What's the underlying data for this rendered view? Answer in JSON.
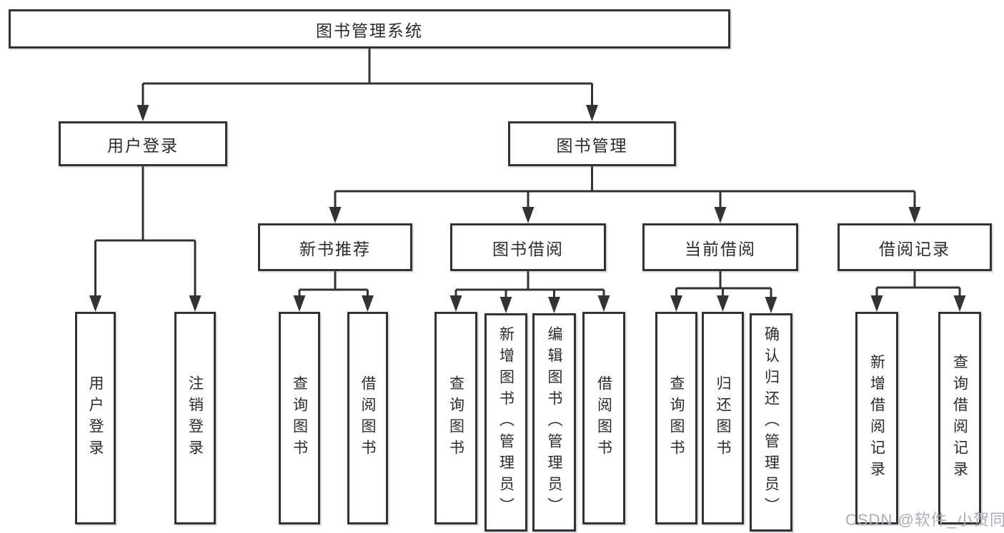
{
  "colors": {
    "background": "#ffffff",
    "border": "#333333",
    "line": "#333333",
    "text": "#2b2b2b",
    "watermark": "#a9adb8"
  },
  "watermark": {
    "text": "CSDN @软件_小贺同学"
  },
  "tree": {
    "root": {
      "label": "图书管理系统"
    },
    "children": [
      {
        "label": "用户登录",
        "children": [
          {
            "label": "用户登录"
          },
          {
            "label": "注销登录"
          }
        ]
      },
      {
        "label": "图书管理",
        "children": [
          {
            "label": "新书推荐",
            "children": [
              {
                "label": "查询图书"
              },
              {
                "label": "借阅图书"
              }
            ]
          },
          {
            "label": "图书借阅",
            "children": [
              {
                "label": "查询图书"
              },
              {
                "label": "新增图书（管理员）"
              },
              {
                "label": "编辑图书（管理员）"
              },
              {
                "label": "借阅图书"
              }
            ]
          },
          {
            "label": "当前借阅",
            "children": [
              {
                "label": "查询图书"
              },
              {
                "label": "归还图书"
              },
              {
                "label": "确认归还（管理员）"
              }
            ]
          },
          {
            "label": "借阅记录",
            "children": [
              {
                "label": "新增借阅记录"
              },
              {
                "label": "查询借阅记录"
              }
            ]
          }
        ]
      }
    ]
  }
}
